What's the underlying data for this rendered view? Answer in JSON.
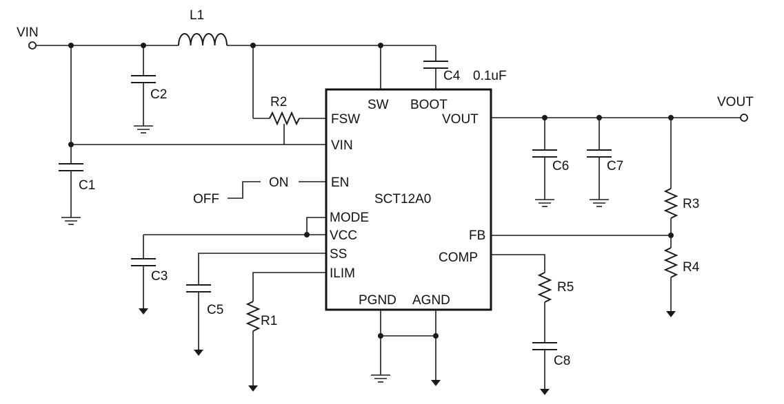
{
  "ic": {
    "name": "SCT12A0",
    "pins": {
      "sw": "SW",
      "boot": "BOOT",
      "fsw": "FSW",
      "vin": "VIN",
      "en": "EN",
      "mode": "MODE",
      "vcc": "VCC",
      "ss": "SS",
      "ilim": "ILIM",
      "pgnd": "PGND",
      "agnd": "AGND",
      "vout": "VOUT",
      "fb": "FB",
      "comp": "COMP"
    }
  },
  "nets": {
    "vin": "VIN",
    "vout": "VOUT"
  },
  "switch": {
    "on": "ON",
    "off": "OFF"
  },
  "components": {
    "l1": "L1",
    "c1": "C1",
    "c2": "C2",
    "c3": "C3",
    "c4": "C4",
    "c4_value": "0.1uF",
    "c5": "C5",
    "c6": "C6",
    "c7": "C7",
    "c8": "C8",
    "r1": "R1",
    "r2": "R2",
    "r3": "R3",
    "r4": "R4",
    "r5": "R5"
  }
}
